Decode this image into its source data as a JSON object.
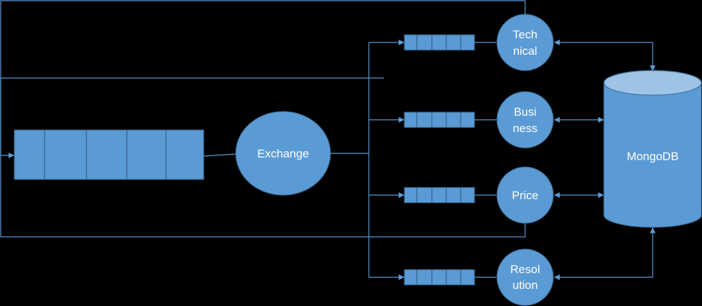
{
  "diagram": {
    "exchange": {
      "label": "Exchange"
    },
    "database": {
      "label": "MongoDB"
    },
    "consumers": [
      {
        "line1": "Tech",
        "line2": "nical"
      },
      {
        "line1": "Busi",
        "line2": "ness"
      },
      {
        "line1": "Price",
        "line2": ""
      },
      {
        "line1": "Resol",
        "line2": "ution"
      }
    ]
  },
  "colors": {
    "node_fill": "#5b9bd5",
    "node_stroke": "#41719c",
    "connector": "#5b9bd5",
    "background": "#000000",
    "database_top": "#9dc3e6",
    "label_text": "#ffffff"
  }
}
